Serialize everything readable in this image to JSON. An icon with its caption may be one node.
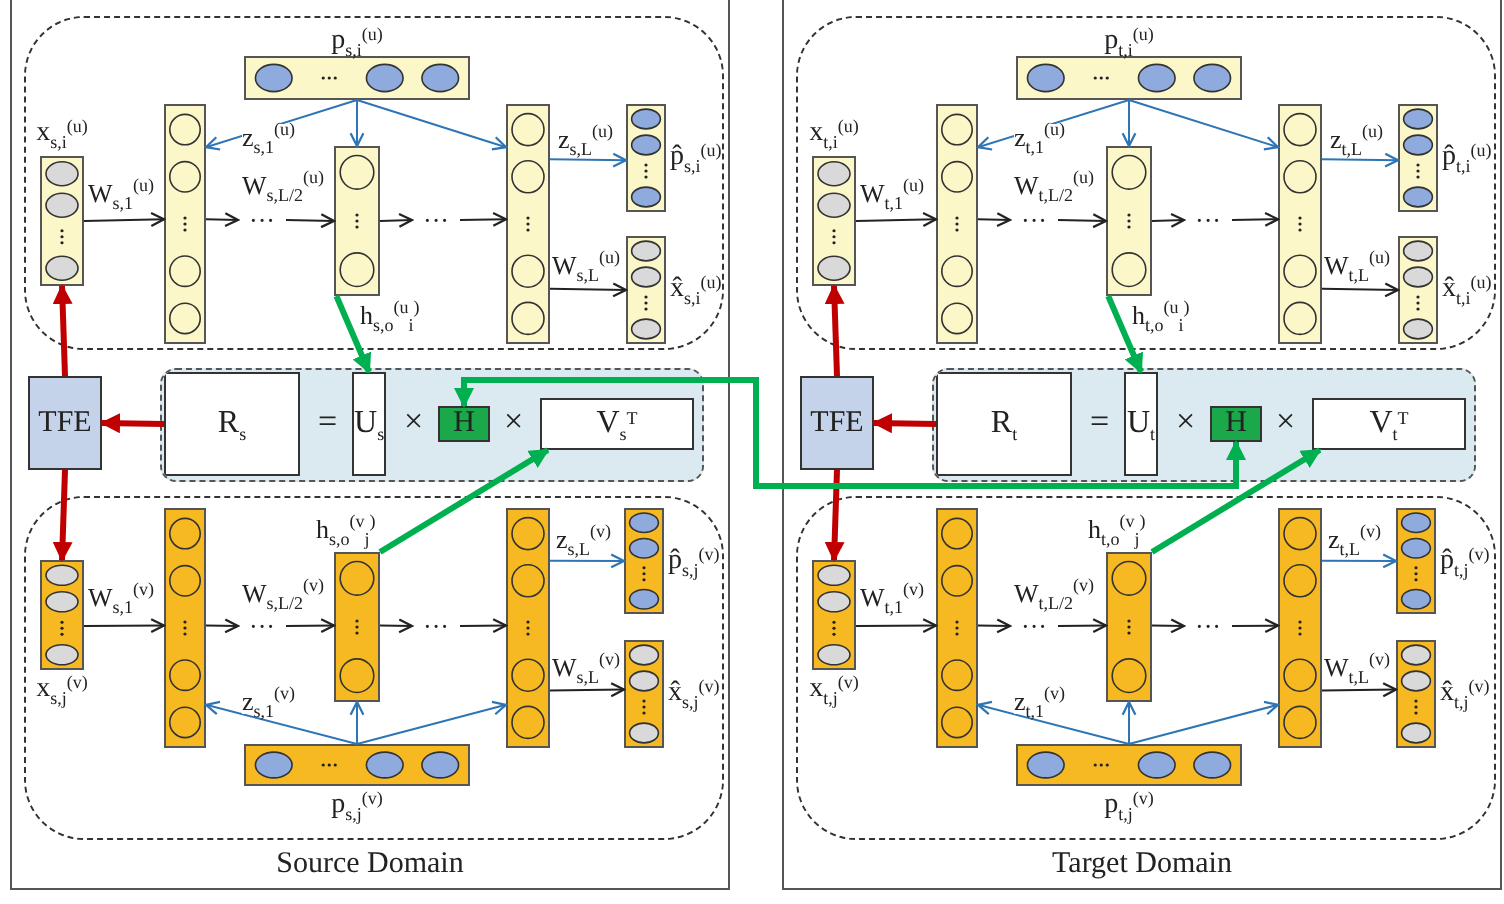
{
  "diagram": {
    "nodes": [
      {
        "text": [
          "Source Domain"
        ]
      },
      {
        "text": [],
        "shape": "box",
        "in": 0
      },
      {
        "text": [
          "p$_{s,i}$$^{(u)}$"
        ],
        "in": 1
      },
      {
        "text": [
          "x$_{s,i}$$^{(u)}$"
        ],
        "in": 1
      },
      {
        "text": [],
        "shape": "bar",
        "in": 1
      },
      {
        "text": [
          "···"
        ],
        "in": 1
      },
      {
        "text": [],
        "shape": "bar",
        "in": 1
      },
      {
        "text": [
          "···"
        ],
        "in": 1
      },
      {
        "text": [],
        "shape": "bar",
        "in": 1
      },
      {
        "text": [
          "p̂$_{s,i}$$^{(u)}$"
        ],
        "in": 1
      },
      {
        "text": [
          "x̂$_{s,i}$$^{(u)}$"
        ],
        "in": 1
      },
      {
        "text": [
          "TFE"
        ],
        "in": 0
      },
      {
        "text": [
          "=",
          "×",
          "×"
        ],
        "in": 0
      },
      {
        "text": [
          "R$_{s}$"
        ],
        "in": 12
      },
      {
        "text": [
          "U$_{s}$"
        ],
        "in": 12
      },
      {
        "text": [
          "H"
        ],
        "in": 12
      },
      {
        "text": [
          "V$_{s}$$^{T}$"
        ],
        "in": 12
      },
      {
        "text": [],
        "shape": "box",
        "in": 0
      },
      {
        "text": [
          "x$_{s,j}$$^{(v)}$"
        ],
        "in": 17
      },
      {
        "text": [],
        "shape": "bar",
        "in": 17
      },
      {
        "text": [
          "···"
        ],
        "in": 17
      },
      {
        "text": [],
        "shape": "bar",
        "in": 17
      },
      {
        "text": [
          "···"
        ],
        "in": 17
      },
      {
        "text": [],
        "shape": "bar",
        "in": 17
      },
      {
        "text": [
          "p̂$_{s,j}$$^{(v)}$"
        ],
        "in": 17
      },
      {
        "text": [
          "x̂$_{s,j}$$^{(v)}$"
        ],
        "in": 17
      },
      {
        "text": [
          "p$_{s,j}$$^{(v)}$"
        ],
        "in": 17
      },
      {
        "text": [
          "Target Domain"
        ]
      },
      {
        "text": [],
        "shape": "box",
        "in": 27
      },
      {
        "text": [
          "p$_{t,i}$$^{(u)}$"
        ],
        "in": 28
      },
      {
        "text": [
          "x$_{t,i}$$^{(u)}$"
        ],
        "in": 28
      },
      {
        "text": [],
        "shape": "bar",
        "in": 28
      },
      {
        "text": [
          "···"
        ],
        "in": 28
      },
      {
        "text": [],
        "shape": "bar",
        "in": 28
      },
      {
        "text": [
          "···"
        ],
        "in": 28
      },
      {
        "text": [],
        "shape": "bar",
        "in": 28
      },
      {
        "text": [
          "p̂$_{t,i}$$^{(u)}$"
        ],
        "in": 28
      },
      {
        "text": [
          "x̂$_{t,i}$$^{(u)}$"
        ],
        "in": 28
      },
      {
        "text": [
          "TFE"
        ],
        "in": 27
      },
      {
        "text": [
          "=",
          "×",
          "×"
        ],
        "in": 27
      },
      {
        "text": [
          "R$_{t}$"
        ],
        "in": 39
      },
      {
        "text": [
          "U$_{t}$"
        ],
        "in": 39
      },
      {
        "text": [
          "H"
        ],
        "in": 39
      },
      {
        "text": [
          "V$_{t}$$^{T}$"
        ],
        "in": 39
      },
      {
        "text": [],
        "shape": "box",
        "in": 27
      },
      {
        "text": [
          "x$_{t,j}$$^{(v)}$"
        ],
        "in": 44
      },
      {
        "text": [],
        "shape": "bar",
        "in": 44
      },
      {
        "text": [
          "···"
        ],
        "in": 44
      },
      {
        "text": [],
        "shape": "bar",
        "in": 44
      },
      {
        "text": [
          "···"
        ],
        "in": 44
      },
      {
        "text": [],
        "shape": "bar",
        "in": 44
      },
      {
        "text": [
          "p̂$_{t,j}$$^{(v)}$"
        ],
        "in": 44
      },
      {
        "text": [
          "x̂$_{t,j}$$^{(v)}$"
        ],
        "in": 44
      },
      {
        "text": [
          "p$_{t,j}$$^{(v)}$"
        ],
        "in": 44
      }
    ],
    "edges": [
      {
        "from": 3,
        "to": 4,
        "arrow": "to",
        "label": "W$_{s,1}$$^{(u)}$"
      },
      {
        "from": 4,
        "to": 5,
        "arrow": "to"
      },
      {
        "from": 5,
        "to": 6,
        "arrow": "to",
        "label": "W$_{s,L/2}$$^{(u)}$"
      },
      {
        "from": 6,
        "to": 7,
        "arrow": "to"
      },
      {
        "from": 7,
        "to": 8,
        "arrow": "to"
      },
      {
        "from": 2,
        "to": 4,
        "arrow": "to",
        "label": "z$_{s,1}$$^{(u)}$",
        "color": "#2e75b6"
      },
      {
        "from": 2,
        "to": 6,
        "arrow": "to",
        "color": "#2e75b6"
      },
      {
        "from": 2,
        "to": 8,
        "arrow": "to",
        "color": "#2e75b6"
      },
      {
        "from": 8,
        "to": 9,
        "arrow": "to",
        "label": "z$_{s,L}$$^{(u)}$",
        "color": "#2e75b6"
      },
      {
        "from": 8,
        "to": 10,
        "arrow": "to",
        "label": "W$_{s,L}$$^{(u)}$"
      },
      {
        "from": 6,
        "to": 14,
        "arrow": "to",
        "label": "h$_{s,o}$$^{(u}$$_{i}$$^{)}$",
        "style": "thick",
        "color": "#00b050"
      },
      {
        "from": 13,
        "to": 11,
        "arrow": "to",
        "style": "thick",
        "color": "#c00000"
      },
      {
        "from": 11,
        "to": 3,
        "arrow": "to",
        "style": "thick",
        "color": "#c00000"
      },
      {
        "from": 11,
        "to": 18,
        "arrow": "to",
        "style": "thick",
        "color": "#c00000"
      },
      {
        "from": 18,
        "to": 19,
        "arrow": "to",
        "label": "W$_{s,1}$$^{(v)}$"
      },
      {
        "from": 19,
        "to": 20,
        "arrow": "to"
      },
      {
        "from": 20,
        "to": 21,
        "arrow": "to",
        "label": "W$_{s,L/2}$$^{(v)}$"
      },
      {
        "from": 21,
        "to": 22,
        "arrow": "to"
      },
      {
        "from": 22,
        "to": 23,
        "arrow": "to"
      },
      {
        "from": 26,
        "to": 19,
        "arrow": "to",
        "label": "z$_{s,1}$$^{(v)}$",
        "color": "#2e75b6"
      },
      {
        "from": 26,
        "to": 21,
        "arrow": "to",
        "color": "#2e75b6"
      },
      {
        "from": 26,
        "to": 23,
        "arrow": "to",
        "color": "#2e75b6"
      },
      {
        "from": 23,
        "to": 24,
        "arrow": "to",
        "label": "z$_{s,L}$$^{(v)}$",
        "color": "#2e75b6"
      },
      {
        "from": 23,
        "to": 25,
        "arrow": "to",
        "label": "W$_{s,L}$$^{(v)}$"
      },
      {
        "from": 21,
        "to": 16,
        "arrow": "to",
        "label": "h$_{s,o}$$^{(v}$$_{j}$$^{)}$",
        "style": "thick",
        "color": "#00b050"
      },
      {
        "from": 30,
        "to": 31,
        "arrow": "to",
        "label": "W$_{t,1}$$^{(u)}$"
      },
      {
        "from": 31,
        "to": 32,
        "arrow": "to"
      },
      {
        "from": 32,
        "to": 33,
        "arrow": "to",
        "label": "W$_{t,L/2}$$^{(u)}$"
      },
      {
        "from": 33,
        "to": 34,
        "arrow": "to"
      },
      {
        "from": 34,
        "to": 35,
        "arrow": "to"
      },
      {
        "from": 29,
        "to": 31,
        "arrow": "to",
        "label": "z$_{t,1}$$^{(u)}$",
        "color": "#2e75b6"
      },
      {
        "from": 29,
        "to": 33,
        "arrow": "to",
        "color": "#2e75b6"
      },
      {
        "from": 29,
        "to": 35,
        "arrow": "to",
        "color": "#2e75b6"
      },
      {
        "from": 35,
        "to": 36,
        "arrow": "to",
        "label": "z$_{t,L}$$^{(u)}$",
        "color": "#2e75b6"
      },
      {
        "from": 35,
        "to": 37,
        "arrow": "to",
        "label": "W$_{t,L}$$^{(u)}$"
      },
      {
        "from": 33,
        "to": 41,
        "arrow": "to",
        "label": "h$_{t,o}$$^{(u}$$_{i}$$^{)}$",
        "style": "thick",
        "color": "#00b050"
      },
      {
        "from": 40,
        "to": 38,
        "arrow": "to",
        "style": "thick",
        "color": "#c00000"
      },
      {
        "from": 38,
        "to": 30,
        "arrow": "to",
        "style": "thick",
        "color": "#c00000"
      },
      {
        "from": 38,
        "to": 45,
        "arrow": "to",
        "style": "thick",
        "color": "#c00000"
      },
      {
        "from": 45,
        "to": 46,
        "arrow": "to",
        "label": "W$_{t,1}$$^{(v)}$"
      },
      {
        "from": 46,
        "to": 47,
        "arrow": "to"
      },
      {
        "from": 47,
        "to": 48,
        "arrow": "to",
        "label": "W$_{t,L/2}$$^{(v)}$"
      },
      {
        "from": 48,
        "to": 49,
        "arrow": "to"
      },
      {
        "from": 49,
        "to": 50,
        "arrow": "to"
      },
      {
        "from": 53,
        "to": 46,
        "arrow": "to",
        "label": "z$_{t,1}$$^{(v)}$",
        "color": "#2e75b6"
      },
      {
        "from": 53,
        "to": 48,
        "arrow": "to",
        "color": "#2e75b6"
      },
      {
        "from": 53,
        "to": 50,
        "arrow": "to",
        "color": "#2e75b6"
      },
      {
        "from": 50,
        "to": 51,
        "arrow": "to",
        "label": "z$_{t,L}$$^{(v)}$",
        "color": "#2e75b6"
      },
      {
        "from": 50,
        "to": 52,
        "arrow": "to",
        "label": "W$_{t,L}$$^{(v)}$"
      },
      {
        "from": 48,
        "to": 43,
        "arrow": "to",
        "label": "h$_{t,o}$$^{(v}$$_{j}$$^{)}$",
        "style": "thick",
        "color": "#00b050"
      },
      {
        "from": 15,
        "to": 42,
        "arrow": "both",
        "style": "thick",
        "color": "#00b050"
      }
    ]
  }
}
